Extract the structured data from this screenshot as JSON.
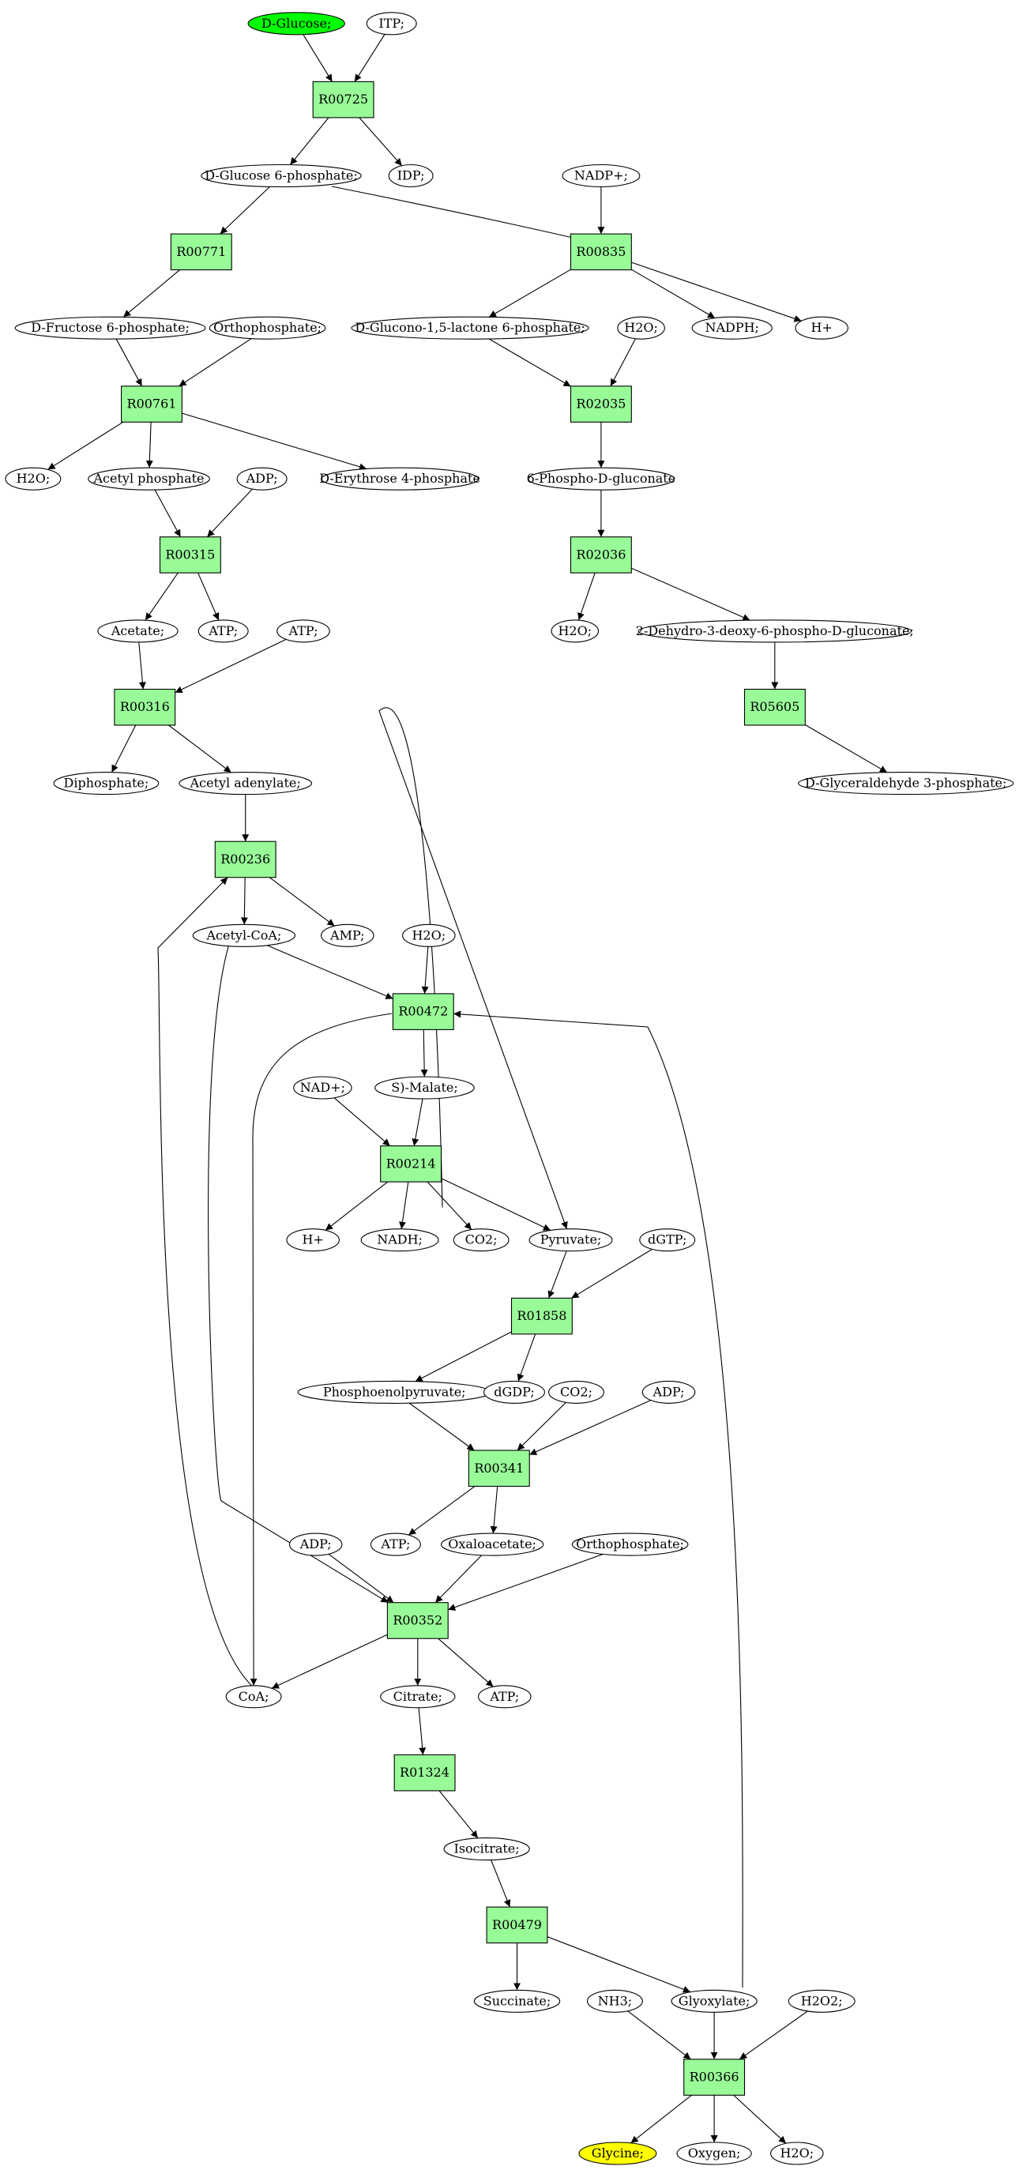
{
  "colors": {
    "reaction_fill": "#98fb98",
    "start_fill": "#00ff00",
    "end_fill": "#ffff00",
    "compound_fill": "#ffffff",
    "stroke": "#000000"
  },
  "nodes": [
    {
      "id": "glucose",
      "label": "D-Glucose;",
      "kind": "start"
    },
    {
      "id": "itp",
      "label": "ITP;",
      "kind": "compound"
    },
    {
      "id": "r00725",
      "label": "R00725",
      "kind": "reaction"
    },
    {
      "id": "glc6p",
      "label": "D-Glucose 6-phosphate;",
      "kind": "compound"
    },
    {
      "id": "idp",
      "label": "IDP;",
      "kind": "compound"
    },
    {
      "id": "nadp",
      "label": "NADP+;",
      "kind": "compound"
    },
    {
      "id": "r00771",
      "label": "R00771",
      "kind": "reaction"
    },
    {
      "id": "r00835",
      "label": "R00835",
      "kind": "reaction"
    },
    {
      "id": "fru6p",
      "label": "D-Fructose 6-phosphate;",
      "kind": "compound"
    },
    {
      "id": "orthophos1",
      "label": "Orthophosphate;",
      "kind": "compound"
    },
    {
      "id": "glucono",
      "label": "D-Glucono-1,5-lactone 6-phosphate;",
      "kind": "compound"
    },
    {
      "id": "h2o_a",
      "label": "H2O;",
      "kind": "compound"
    },
    {
      "id": "nadph",
      "label": "NADPH;",
      "kind": "compound"
    },
    {
      "id": "hplus1",
      "label": "H+",
      "kind": "compound"
    },
    {
      "id": "r00761",
      "label": "R00761",
      "kind": "reaction"
    },
    {
      "id": "r02035",
      "label": "R02035",
      "kind": "reaction"
    },
    {
      "id": "h2o_b",
      "label": "H2O;",
      "kind": "compound"
    },
    {
      "id": "acetylp",
      "label": "Acetyl phosphate",
      "kind": "compound"
    },
    {
      "id": "adp1",
      "label": "ADP;",
      "kind": "compound"
    },
    {
      "id": "ery4p",
      "label": "D-Erythrose 4-phosphate",
      "kind": "compound"
    },
    {
      "id": "pgluconate",
      "label": "6-Phospho-D-gluconate",
      "kind": "compound"
    },
    {
      "id": "r00315",
      "label": "R00315",
      "kind": "reaction"
    },
    {
      "id": "r02036",
      "label": "R02036",
      "kind": "reaction"
    },
    {
      "id": "acetate",
      "label": "Acetate;",
      "kind": "compound"
    },
    {
      "id": "atp1",
      "label": "ATP;",
      "kind": "compound"
    },
    {
      "id": "atp2",
      "label": "ATP;",
      "kind": "compound"
    },
    {
      "id": "h2o_c",
      "label": "H2O;",
      "kind": "compound"
    },
    {
      "id": "kdpg",
      "label": "2-Dehydro-3-deoxy-6-phospho-D-gluconate;",
      "kind": "compound"
    },
    {
      "id": "r00316",
      "label": "R00316",
      "kind": "reaction"
    },
    {
      "id": "r05605",
      "label": "R05605",
      "kind": "reaction"
    },
    {
      "id": "diphos",
      "label": "Diphosphate;",
      "kind": "compound"
    },
    {
      "id": "acetylad",
      "label": "Acetyl adenylate;",
      "kind": "compound"
    },
    {
      "id": "gap",
      "label": "D-Glyceraldehyde 3-phosphate;",
      "kind": "compound"
    },
    {
      "id": "r00236",
      "label": "R00236",
      "kind": "reaction"
    },
    {
      "id": "acetylcoa",
      "label": "Acetyl-CoA;",
      "kind": "compound"
    },
    {
      "id": "amp",
      "label": "AMP;",
      "kind": "compound"
    },
    {
      "id": "h2o_d",
      "label": "H2O;",
      "kind": "compound"
    },
    {
      "id": "r00472",
      "label": "R00472",
      "kind": "reaction"
    },
    {
      "id": "nad",
      "label": "NAD+;",
      "kind": "compound"
    },
    {
      "id": "malate",
      "label": "S)-Malate;",
      "kind": "compound"
    },
    {
      "id": "r00214",
      "label": "R00214",
      "kind": "reaction"
    },
    {
      "id": "hplus2",
      "label": "H+",
      "kind": "compound"
    },
    {
      "id": "nadh",
      "label": "NADH;",
      "kind": "compound"
    },
    {
      "id": "co2_a",
      "label": "CO2;",
      "kind": "compound"
    },
    {
      "id": "pyruvate",
      "label": "Pyruvate;",
      "kind": "compound"
    },
    {
      "id": "dgtp",
      "label": "dGTP;",
      "kind": "compound"
    },
    {
      "id": "r01858",
      "label": "R01858",
      "kind": "reaction"
    },
    {
      "id": "pep",
      "label": "Phosphoenolpyruvate;",
      "kind": "compound"
    },
    {
      "id": "dgdp",
      "label": "dGDP;",
      "kind": "compound"
    },
    {
      "id": "co2_b",
      "label": "CO2;",
      "kind": "compound"
    },
    {
      "id": "adp2",
      "label": "ADP;",
      "kind": "compound"
    },
    {
      "id": "r00341",
      "label": "R00341",
      "kind": "reaction"
    },
    {
      "id": "adp3",
      "label": "ADP;",
      "kind": "compound"
    },
    {
      "id": "atp3",
      "label": "ATP;",
      "kind": "compound"
    },
    {
      "id": "oxaloacetate",
      "label": "Oxaloacetate;",
      "kind": "compound"
    },
    {
      "id": "orthophos2",
      "label": "Orthophosphate;",
      "kind": "compound"
    },
    {
      "id": "r00352",
      "label": "R00352",
      "kind": "reaction"
    },
    {
      "id": "coa",
      "label": "CoA;",
      "kind": "compound"
    },
    {
      "id": "citrate",
      "label": "Citrate;",
      "kind": "compound"
    },
    {
      "id": "atp4",
      "label": "ATP;",
      "kind": "compound"
    },
    {
      "id": "r01324",
      "label": "R01324",
      "kind": "reaction"
    },
    {
      "id": "isocitrate",
      "label": "Isocitrate;",
      "kind": "compound"
    },
    {
      "id": "r00479",
      "label": "R00479",
      "kind": "reaction"
    },
    {
      "id": "succinate",
      "label": "Succinate;",
      "kind": "compound"
    },
    {
      "id": "nh3",
      "label": "NH3;",
      "kind": "compound"
    },
    {
      "id": "glyoxylate",
      "label": "Glyoxylate;",
      "kind": "compound"
    },
    {
      "id": "h2o2",
      "label": "H2O2;",
      "kind": "compound"
    },
    {
      "id": "r00366",
      "label": "R00366",
      "kind": "reaction"
    },
    {
      "id": "glycine",
      "label": "Glycine;",
      "kind": "end"
    },
    {
      "id": "oxygen",
      "label": "Oxygen;",
      "kind": "compound"
    },
    {
      "id": "h2o_e",
      "label": "H2O;",
      "kind": "compound"
    }
  ],
  "edges": [
    [
      "glucose",
      "r00725"
    ],
    [
      "itp",
      "r00725"
    ],
    [
      "r00725",
      "glc6p"
    ],
    [
      "r00725",
      "idp"
    ],
    [
      "glc6p",
      "r00771"
    ],
    [
      "glc6p",
      "r00835"
    ],
    [
      "nadp",
      "r00835"
    ],
    [
      "r00771",
      "fru6p"
    ],
    [
      "r00835",
      "glucono"
    ],
    [
      "r00835",
      "nadph"
    ],
    [
      "r00835",
      "hplus1"
    ],
    [
      "fru6p",
      "r00761"
    ],
    [
      "orthophos1",
      "r00761"
    ],
    [
      "glucono",
      "r02035"
    ],
    [
      "h2o_a",
      "r02035"
    ],
    [
      "r00761",
      "h2o_b"
    ],
    [
      "r00761",
      "acetylp"
    ],
    [
      "r00761",
      "ery4p"
    ],
    [
      "r02035",
      "pgluconate"
    ],
    [
      "acetylp",
      "r00315"
    ],
    [
      "adp1",
      "r00315"
    ],
    [
      "pgluconate",
      "r02036"
    ],
    [
      "r00315",
      "acetate"
    ],
    [
      "r00315",
      "atp1"
    ],
    [
      "r02036",
      "h2o_c"
    ],
    [
      "r02036",
      "kdpg"
    ],
    [
      "acetate",
      "r00316"
    ],
    [
      "atp2",
      "r00316"
    ],
    [
      "kdpg",
      "r05605"
    ],
    [
      "r00316",
      "diphos"
    ],
    [
      "r00316",
      "acetylad"
    ],
    [
      "r05605",
      "gap"
    ],
    [
      "r05605",
      "pyruvate"
    ],
    [
      "acetylad",
      "r00236"
    ],
    [
      "coa",
      "r00236"
    ],
    [
      "r00236",
      "acetylcoa"
    ],
    [
      "r00236",
      "amp"
    ],
    [
      "acetylcoa",
      "r00472"
    ],
    [
      "h2o_d",
      "r00472"
    ],
    [
      "glyoxylate",
      "r00472"
    ],
    [
      "acetylcoa",
      "r00352"
    ],
    [
      "r00472",
      "malate"
    ],
    [
      "r00472",
      "coa"
    ],
    [
      "nad",
      "r00214"
    ],
    [
      "malate",
      "r00214"
    ],
    [
      "r00214",
      "hplus2"
    ],
    [
      "r00214",
      "nadh"
    ],
    [
      "r00214",
      "co2_a"
    ],
    [
      "r00214",
      "pyruvate"
    ],
    [
      "pyruvate",
      "r01858"
    ],
    [
      "dgtp",
      "r01858"
    ],
    [
      "r01858",
      "pep"
    ],
    [
      "r01858",
      "dgdp"
    ],
    [
      "pep",
      "r00341"
    ],
    [
      "co2_b",
      "r00341"
    ],
    [
      "adp2",
      "r00341"
    ],
    [
      "r00341",
      "atp3"
    ],
    [
      "r00341",
      "oxaloacetate"
    ],
    [
      "adp3",
      "r00352"
    ],
    [
      "oxaloacetate",
      "r00352"
    ],
    [
      "orthophos2",
      "r00352"
    ],
    [
      "r00352",
      "coa"
    ],
    [
      "r00352",
      "citrate"
    ],
    [
      "r00352",
      "atp4"
    ],
    [
      "citrate",
      "r01324"
    ],
    [
      "r01324",
      "isocitrate"
    ],
    [
      "isocitrate",
      "r00479"
    ],
    [
      "r00479",
      "succinate"
    ],
    [
      "r00479",
      "glyoxylate"
    ],
    [
      "nh3",
      "r00366"
    ],
    [
      "glyoxylate",
      "r00366"
    ],
    [
      "h2o2",
      "r00366"
    ],
    [
      "r00366",
      "glycine"
    ],
    [
      "r00366",
      "oxygen"
    ],
    [
      "r00366",
      "h2o_e"
    ]
  ]
}
